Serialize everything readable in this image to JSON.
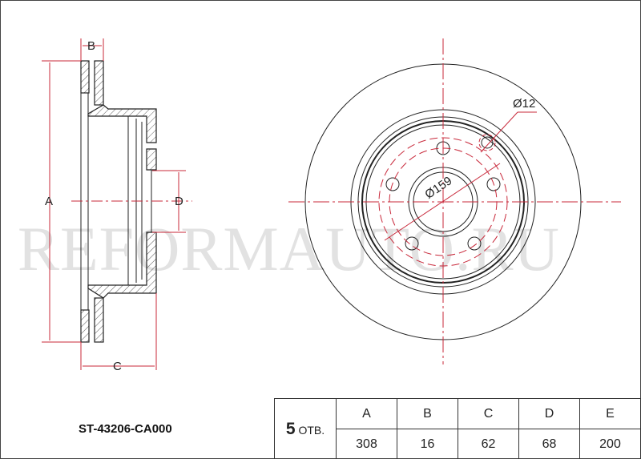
{
  "watermark": "REFORMAUTO.RU",
  "part_number": "ST-43206-CA000",
  "dimension_labels": {
    "a": "A",
    "b": "B",
    "c": "C",
    "d": "D",
    "bolt_circle": "Ø159",
    "hole_diameter": "Ø12"
  },
  "spec_table": {
    "holes_count": "5",
    "holes_unit": "ОТВ.",
    "headers": [
      "A",
      "B",
      "C",
      "D",
      "E"
    ],
    "values": [
      "308",
      "16",
      "62",
      "68",
      "200"
    ]
  },
  "colors": {
    "dimension": "#c8283a",
    "outline": "#222222",
    "watermark": "#e2e2e2"
  }
}
